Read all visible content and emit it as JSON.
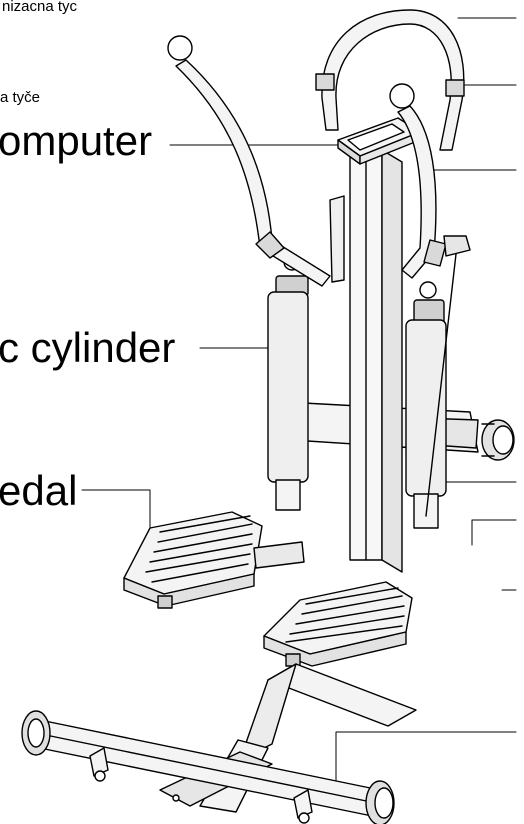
{
  "labels": {
    "top_small": "nizacna tyc",
    "mid_small": "a tyče",
    "computer": "omputer",
    "cylinder": "c cylinder",
    "pedal": "edal"
  },
  "colors": {
    "line": "#000000",
    "background": "#ffffff",
    "frame": "#f4f4f4",
    "foam": "#d9d9d9",
    "cylinder": "#d0d0d0"
  }
}
